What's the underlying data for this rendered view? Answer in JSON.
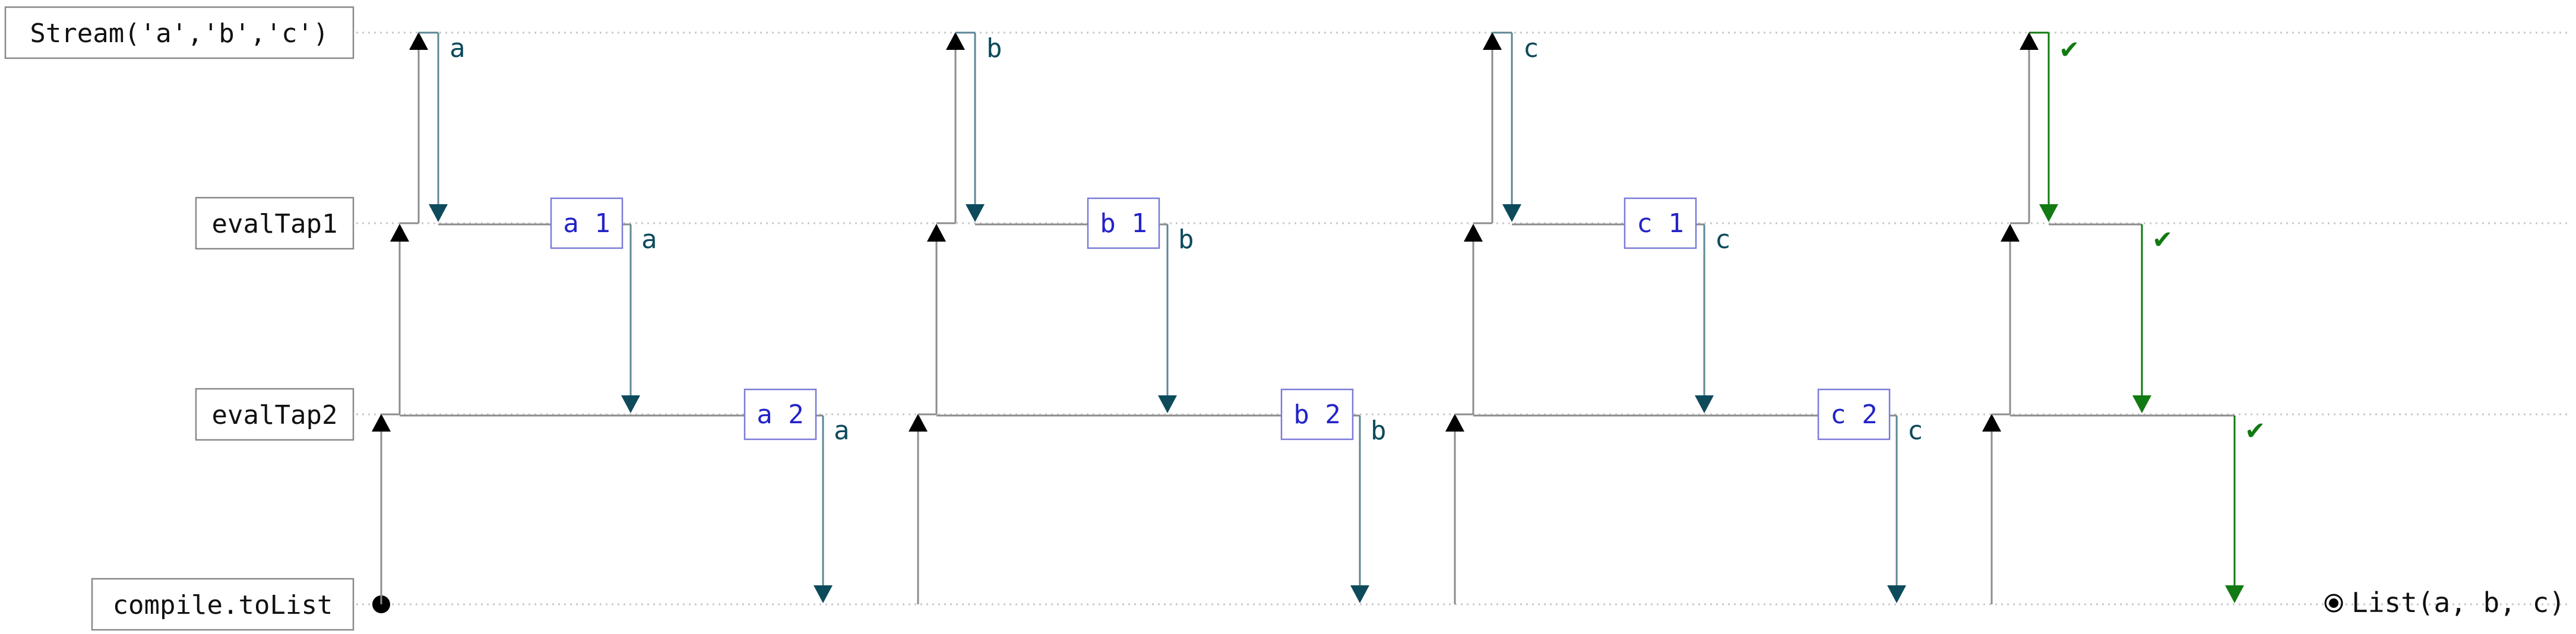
{
  "colors": {
    "background": "#ffffff",
    "lane_line": "#c8c8c8",
    "request": "#000000",
    "request_line": "#8c8c8c",
    "element": "#0d4a5c",
    "element_line": "#5d8795",
    "tap_box": "#7b7bd9",
    "tap_text": "#2323c8",
    "complete": "#127a12",
    "label_border": "#888888"
  },
  "lanes": [
    "Stream('a','b','c')",
    "evalTap1",
    "evalTap2",
    "compile.toList"
  ],
  "cycles": [
    {
      "element": "a",
      "tap1_label": "a 1",
      "tap2_label": "a 2"
    },
    {
      "element": "b",
      "tap1_label": "b 1",
      "tap2_label": "b 2"
    },
    {
      "element": "c",
      "tap1_label": "c 1",
      "tap2_label": "c 2"
    }
  ],
  "completion": {
    "symbol": "✔",
    "icon": "check-icon"
  },
  "result": {
    "marker_icon": "result-dot-icon",
    "text": "List(a, b, c)"
  }
}
